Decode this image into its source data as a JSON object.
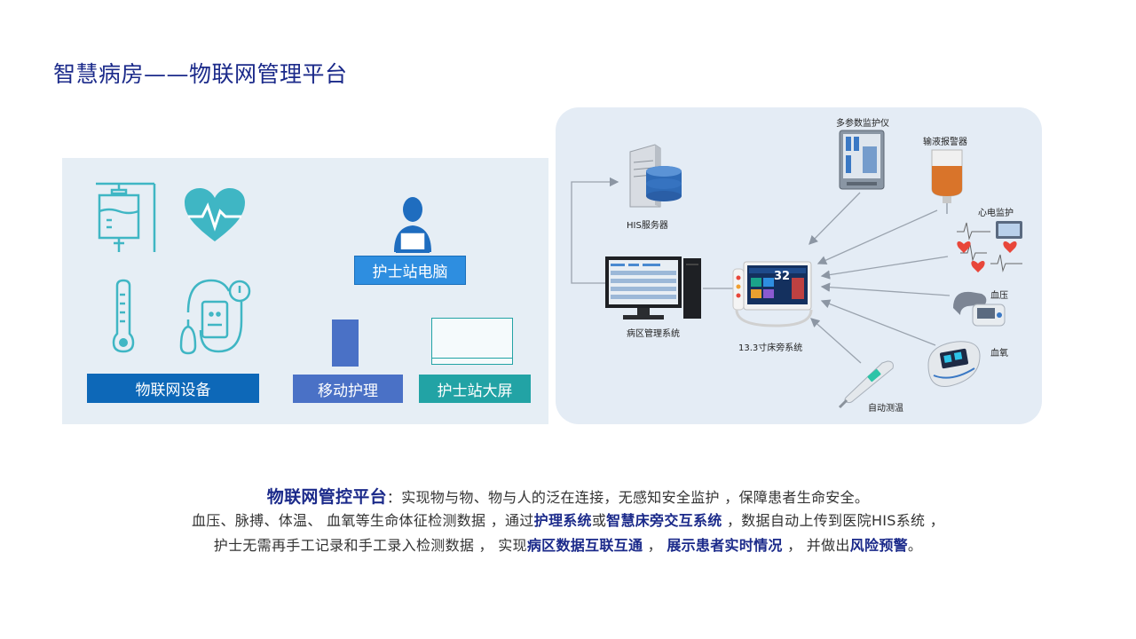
{
  "title": "智慧病房——物联网管理平台",
  "left": {
    "iot_devices": "物联网设备",
    "mobile_nursing": "移动护理",
    "nurse_station_screen": "护士站大屏",
    "nurse_station_pc": "护士站电脑"
  },
  "right": {
    "his_server": "HIS服务器",
    "ward_system": "病区管理系统",
    "bedside_system": "13.3寸床旁系统",
    "multi_monitor": "多参数监护仪",
    "infusion_alarm": "输液报警器",
    "ecg": "心电监护",
    "blood_pressure": "血压",
    "blood_oxygen": "血氧",
    "auto_temp": "自动测温",
    "screen_value": "32"
  },
  "description": {
    "l1_bold": "物联网管控平台",
    "l1_text": "：实现物与物、物与人的泛在连接，无感知安全监护 ，保障患者生命安全。",
    "l2_a": "血压、脉搏、体温、 血氧等生命体征检测数据 ，通过",
    "l2_b1": "护理系统",
    "l2_c": "或",
    "l2_b2": "智慧床旁交互系统",
    "l2_d": " ，数据自动上传到医院HIS系统 ，",
    "l3_a": "护士无需再手工记录和手工录入检测数据 ， 实现",
    "l3_b1": "病区数据互联互通",
    "l3_c": " ， ",
    "l3_b2": "展示患者实时情况",
    "l3_d": " ， 并做出",
    "l3_b3": "风险预警",
    "l3_e": "。"
  },
  "colors": {
    "title": "#1b2a8a",
    "iot_label": "#0d68b8",
    "mobile_label": "#4a71c6",
    "screen_label": "#22a3a5",
    "nurse_label": "#2e8ee0",
    "icon_teal": "#3fb6c4"
  }
}
